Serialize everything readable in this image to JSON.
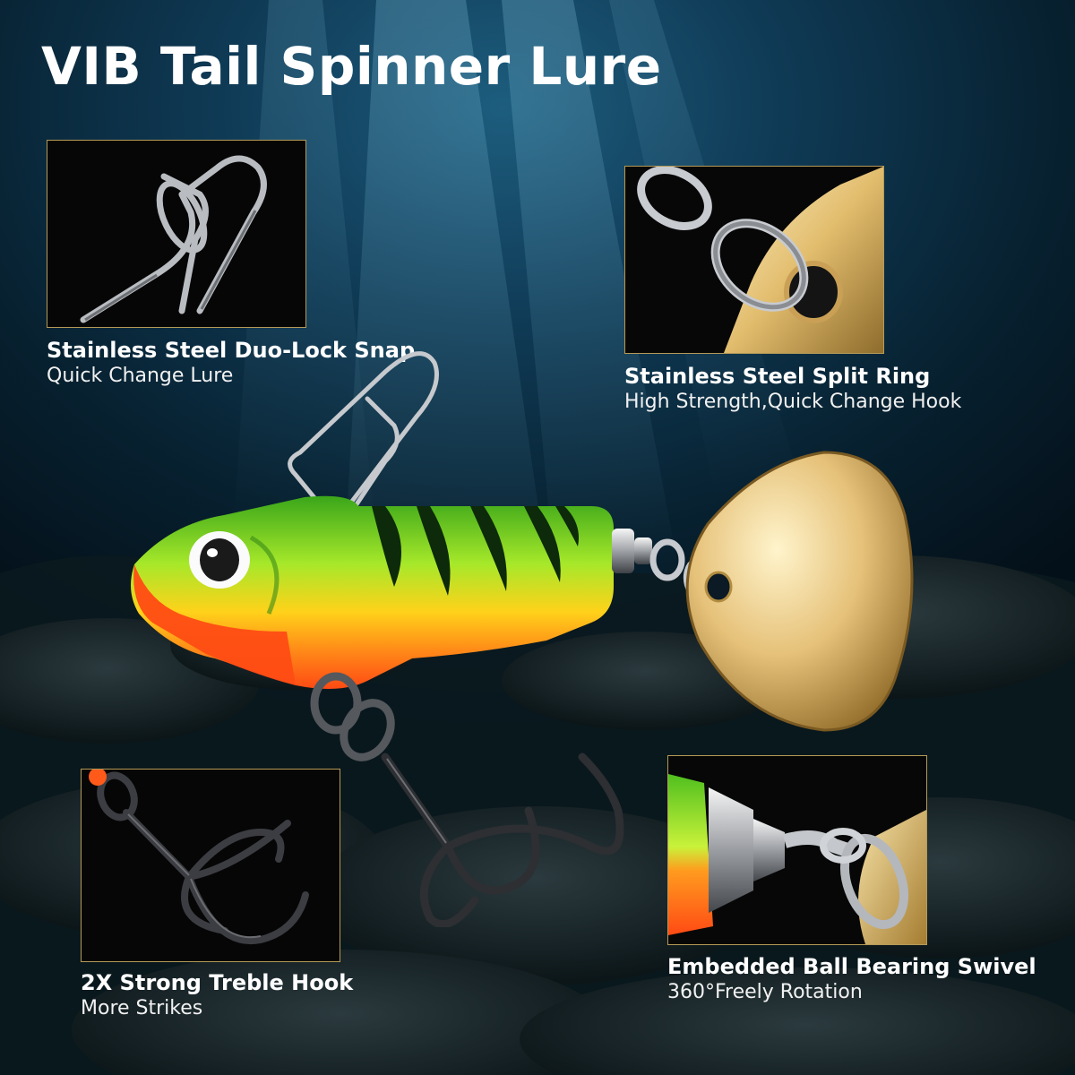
{
  "title": "VIB Tail Spinner Lure",
  "features": [
    {
      "heading": "Stainless Steel Duo-Lock Snap",
      "sub": "Quick Change Lure",
      "icon": "duo-lock-snap-icon"
    },
    {
      "heading": "Stainless Steel Split Ring",
      "sub": "High Strength,Quick Change Hook",
      "icon": "split-ring-icon"
    },
    {
      "heading": "2X Strong Treble Hook",
      "sub": "More Strikes",
      "icon": "treble-hook-icon"
    },
    {
      "heading": "Embedded Ball Bearing Swivel",
      "sub": "360°Freely Rotation",
      "icon": "ball-bearing-swivel-icon"
    }
  ],
  "colors": {
    "panel_border": "#b59a57",
    "background": "#0a2536",
    "blade_gold": "#e6c27a",
    "lure_green": "#9be22a",
    "lure_orange": "#ff5a1a"
  }
}
